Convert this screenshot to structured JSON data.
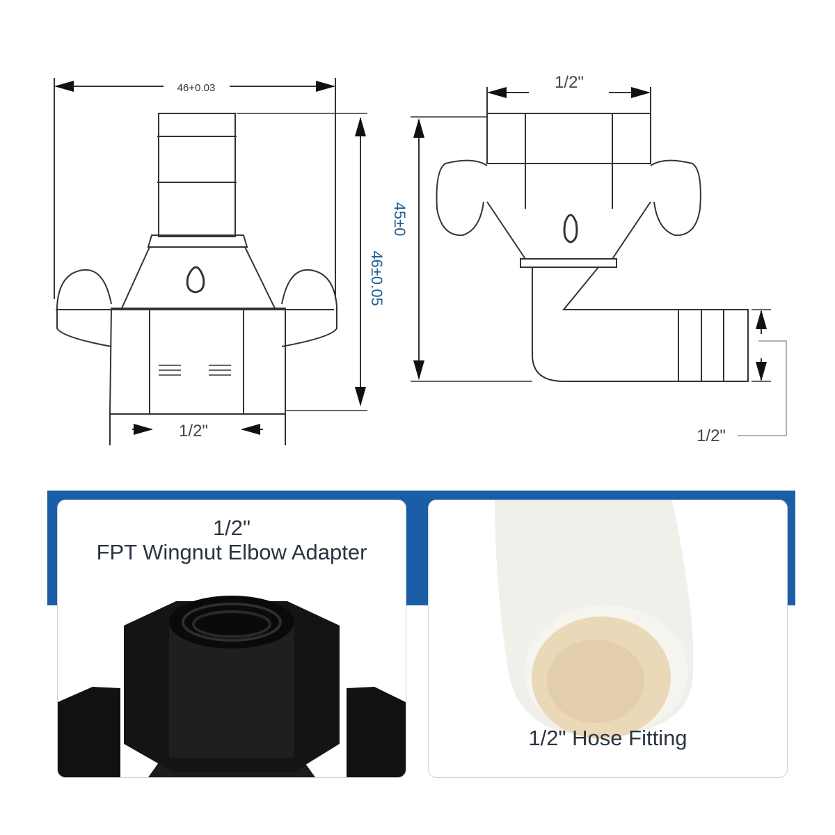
{
  "drawing_left": {
    "width_dim": "46+0.03",
    "height_dim": "46±0.05",
    "bottom_dim": "1/2\""
  },
  "drawing_right": {
    "top_dim": "1/2\"",
    "height_dim": "45±0",
    "side_dim": "1/2\""
  },
  "cards": [
    {
      "line1": "1/2\"",
      "line2": "FPT Wingnut Elbow Adapter"
    },
    {
      "label": "1/2\" Hose Fitting"
    }
  ],
  "colors": {
    "accent": "#1a5ea8",
    "dim_text": "#1b5f96",
    "line": "#333333"
  }
}
